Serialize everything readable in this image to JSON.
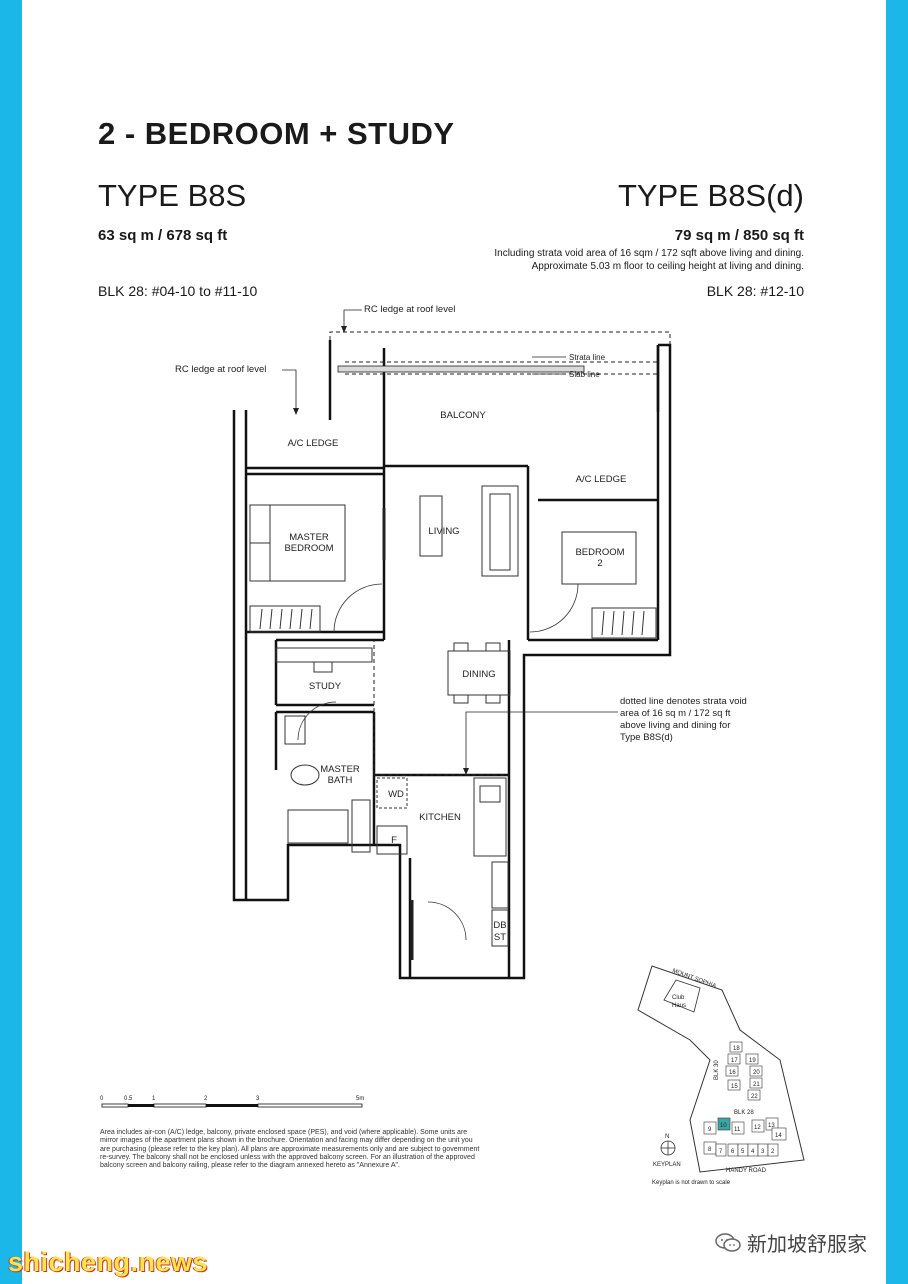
{
  "heading": "2 - BEDROOM + STUDY",
  "type_left": {
    "title": "TYPE B8S",
    "area": "63 sq m / 678 sq ft",
    "blk": "BLK 28: #04-10 to #11-10"
  },
  "type_right": {
    "title": "TYPE B8S(d)",
    "area": "79 sq m / 850 sq ft",
    "note_strata": "Including strata void area of 16 sqm / 172 sqft above living and dining.",
    "note_height": "Approximate 5.03 m floor to ceiling height at living and dining.",
    "blk": "BLK 28: #12-10"
  },
  "plan_labels": {
    "rc_ledge_roof_top": "RC ledge at roof level",
    "rc_ledge_roof_left": "RC ledge at roof level",
    "strata_line": "Strata line",
    "slab_line": "Slab line",
    "balcony": "BALCONY",
    "ac_ledge_left": "A/C LEDGE",
    "ac_ledge_right": "A/C LEDGE",
    "living": "LIVING",
    "master_bedroom_1": "MASTER",
    "master_bedroom_2": "BEDROOM",
    "bedroom2_1": "BEDROOM",
    "bedroom2_2": "2",
    "study": "STUDY",
    "dining": "DINING",
    "master_bath_1": "MASTER",
    "master_bath_2": "BATH",
    "wd": "WD",
    "fridge": "F",
    "kitchen": "KITCHEN",
    "db": "DB",
    "st": "ST",
    "strata_void_note": [
      "dotted line denotes strata void",
      "area of 16 sq m / 172 sq ft",
      "above living and dining for",
      "Type B8S(d)"
    ]
  },
  "scale_bar": {
    "ticks": [
      "0",
      "0.5",
      "1",
      "2",
      "3",
      "5m"
    ]
  },
  "keyplan": {
    "road_top": "MOUNT SOPHIA",
    "club": "Club",
    "club2": "Haus",
    "blk30": "BLK 30",
    "blk28": "BLK 28",
    "road_bottom": "HANDY ROAD",
    "north": "N",
    "title": "KEYPLAN",
    "note": "Keyplan is not drawn to scale",
    "blocks_upper": [
      "18",
      "17",
      "19",
      "16",
      "20",
      "15",
      "21",
      "22"
    ],
    "blocks_lower": [
      "9",
      "10",
      "11",
      "12",
      "13",
      "8",
      "7",
      "6",
      "5",
      "4",
      "3",
      "2",
      "14"
    ],
    "highlight_color": "#3aa6a6"
  },
  "disclaimer": "Area includes air-con (A/C) ledge, balcony, private enclosed space (PES), and void (where applicable). Some units are mirror images of the apartment plans shown in the brochure. Orientation and facing may differ depending on the unit you are purchasing (please refer to the key plan). All plans are approximate measurements only and are subject to government re-survey. The balcony shall not be enclosed unless with the approved balcony screen. For an illustration of the approved balcony screen and balcony railing, please refer to the diagram annexed hereto as \"Annexure A\".",
  "footer": {
    "site": "shicheng.news",
    "wechat_name": "新加坡舒服家"
  },
  "colors": {
    "side_bar": "#1ab7e8",
    "footer_text": "#ffe34d",
    "footer_outline": "#c0392b"
  }
}
